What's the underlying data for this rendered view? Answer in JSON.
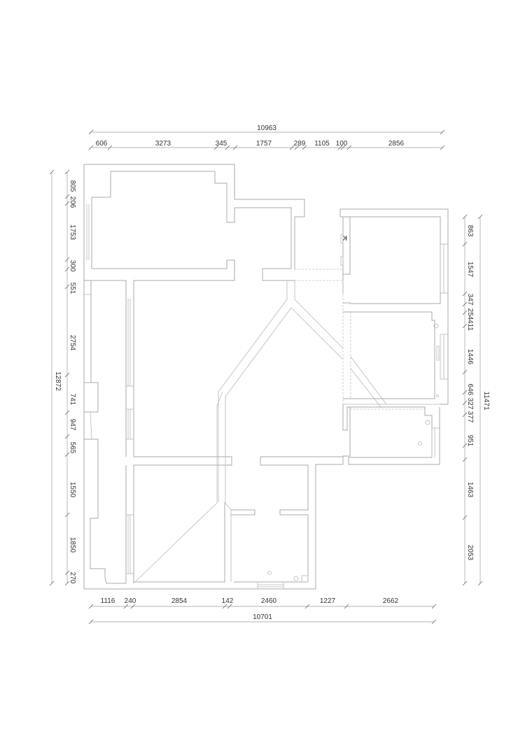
{
  "drawing": {
    "type": "floor-plan",
    "stroke_color": "#a8a8a8",
    "text_color": "#333333"
  },
  "dimensions": {
    "top_total": "10963",
    "top": [
      "606",
      "3273",
      "345",
      "1757",
      "289",
      "1105",
      "100",
      "2856"
    ],
    "left_total": "12872",
    "left": [
      "805",
      "206",
      "1753",
      "300",
      "551",
      "2754",
      "741",
      "947",
      "565",
      "1550",
      "1850",
      "270"
    ],
    "right_total": "11471",
    "right": [
      "863",
      "1547",
      "347",
      "254",
      "411",
      "1446",
      "646",
      "327",
      "377",
      "951",
      "1463",
      "2053"
    ],
    "bottom": [
      "1116",
      "240",
      "2854",
      "142",
      "2460",
      "1227",
      "2662"
    ],
    "bottom_total": "10701"
  },
  "symbols": {
    "switch_mark": "K"
  }
}
